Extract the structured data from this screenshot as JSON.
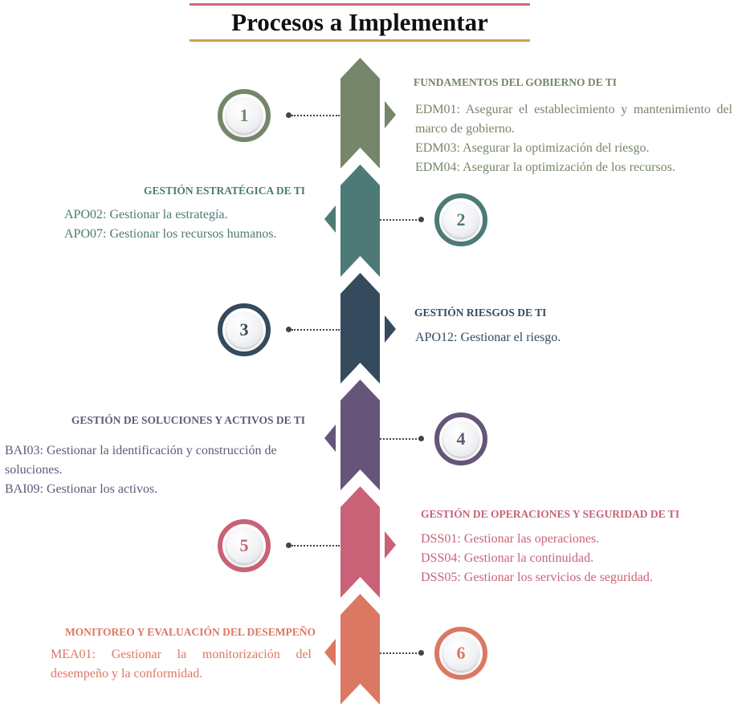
{
  "title": "Procesos a Implementar",
  "colors": {
    "step1": "#75866a",
    "step2": "#4d7a76",
    "step3": "#354a5c",
    "step4": "#655679",
    "step5": "#c96277",
    "step6": "#db7863"
  },
  "steps": [
    {
      "number": "1",
      "heading": "FUNDAMENTOS DEL GOBIERNO DE TI",
      "items": [
        "EDM01: Asegurar el establecimiento y mantenimiento del marco de gobierno.",
        "EDM03: Asegurar la optimización del riesgo.",
        "EDM04: Asegurar la optimización de los recursos."
      ]
    },
    {
      "number": "2",
      "heading": "GESTIÓN ESTRATÉGICA DE TI",
      "items": [
        "APO02: Gestionar la estrategía.",
        "APO07: Gestionar los recursos humanos."
      ]
    },
    {
      "number": "3",
      "heading": "GESTIÓN  RIESGOS DE TI",
      "items": [
        "APO12: Gestionar el riesgo."
      ]
    },
    {
      "number": "4",
      "heading": "GESTIÓN DE SOLUCIONES Y ACTIVOS DE TI",
      "items": [
        "BAI03: Gestionar la identificación y construcción de soluciones.",
        "BAI09: Gestionar los activos."
      ]
    },
    {
      "number": "5",
      "heading": "GESTIÓN DE OPERACIONES Y SEGURIDAD DE TI",
      "items": [
        "DSS01: Gestionar las operaciones.",
        "DSS04: Gestionar la continuidad.",
        "DSS05: Gestionar los servicios de seguridad."
      ]
    },
    {
      "number": "6",
      "heading": "MONITOREO Y EVALUACIÓN DEL DESEMPEÑO",
      "items": [
        "MEA01: Gestionar la monitorización del desempeño y la conformidad."
      ]
    }
  ]
}
